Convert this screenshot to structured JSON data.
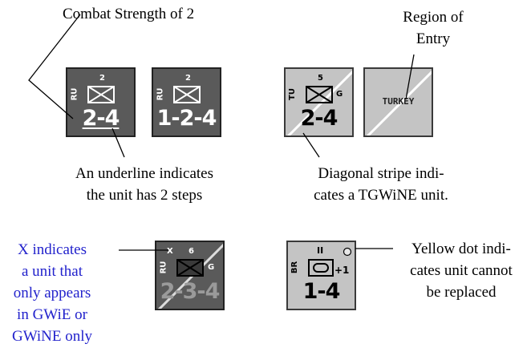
{
  "labels": {
    "combat_strength": "Combat Strength of 2",
    "region_of_entry": [
      "Region of",
      "Entry"
    ],
    "underline_note": [
      "An underline indicates",
      "the unit has 2 steps"
    ],
    "diagonal_note": [
      "Diagonal stripe indi-",
      "cates a TGWiNE unit."
    ],
    "x_note": [
      "X indicates",
      "a unit that",
      "only appears",
      "in GWiE or",
      "GWiNE only"
    ],
    "yellow_note": [
      "Yellow dot indi-",
      "cates unit cannot",
      "be replaced"
    ]
  },
  "counters": {
    "ru_full": {
      "nation": "RU",
      "size": "2",
      "value": "2-4"
    },
    "ru_reduced": {
      "nation": "RU",
      "size": "2",
      "value": "1-2-4"
    },
    "tu_unit": {
      "nation": "TU",
      "size": "5",
      "extra": "G",
      "value": "2-4"
    },
    "region": {
      "text": "TURKEY"
    },
    "ru_x": {
      "nation": "RU",
      "marker": "X",
      "size": "6",
      "extra": "G",
      "value": "2-3-4"
    },
    "br_unit": {
      "nation": "BR",
      "size": "II",
      "modifier": "+1",
      "value": "1-4"
    }
  },
  "colors": {
    "dark_counter": "#5a5a5a",
    "light_counter": "#c4c4c4",
    "x_note_text": "#2222cc"
  }
}
